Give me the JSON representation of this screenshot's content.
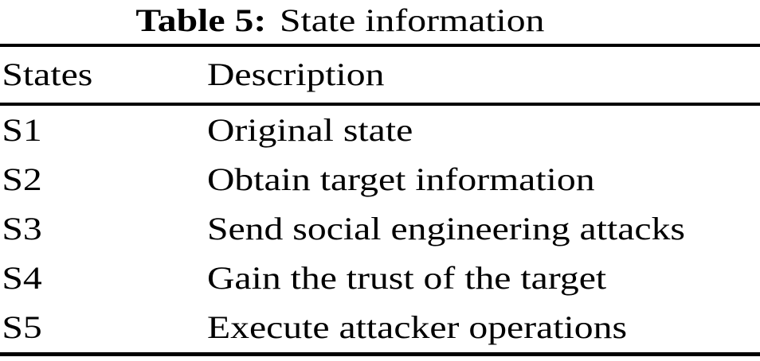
{
  "page": {
    "background_color": "#ffffff",
    "text_color": "#000000",
    "rule_color": "#000000"
  },
  "table": {
    "caption": {
      "label": "Table 5:",
      "title": "State information"
    },
    "columns": [
      {
        "key": "states",
        "label": "States"
      },
      {
        "key": "description",
        "label": "Description"
      }
    ],
    "rows": [
      {
        "state": "S1",
        "description": "Original state"
      },
      {
        "state": "S2",
        "description": "Obtain target information"
      },
      {
        "state": "S3",
        "description": "Send social engineering attacks"
      },
      {
        "state": "S4",
        "description": "Gain the trust of the target"
      },
      {
        "state": "S5",
        "description": "Execute attacker operations"
      }
    ]
  }
}
